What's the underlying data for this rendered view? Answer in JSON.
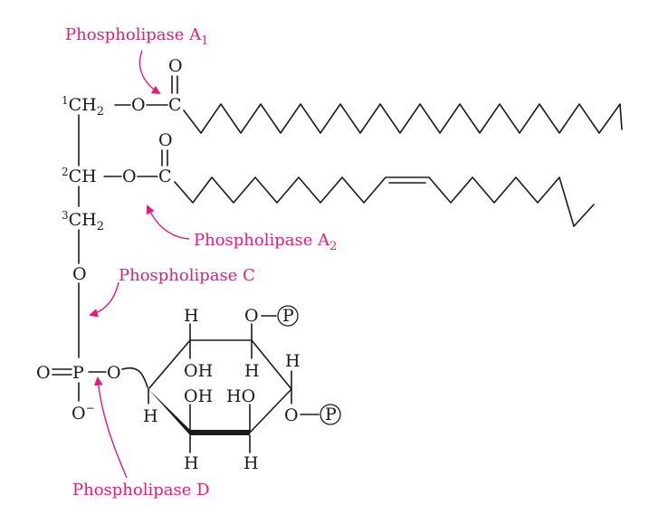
{
  "enzymes": {
    "a1": {
      "name": "Phospholipase A",
      "sub": "1"
    },
    "a2": {
      "name": "Phospholipase A",
      "sub": "2"
    },
    "c": {
      "name": "Phospholipase C"
    },
    "d": {
      "name": "Phospholipase D"
    }
  },
  "atoms": {
    "c1_num": "1",
    "c1_group": "CH",
    "c1_sub": "2",
    "c2_num": "2",
    "c2_group": "CH",
    "c3_num": "3",
    "c3_group": "CH",
    "c3_sub": "2",
    "o_ester1": "O",
    "c_carbonyl1": "C",
    "o_carbonyl1": "O",
    "o_ester2": "O",
    "c_carbonyl2": "C",
    "o_carbonyl2": "O",
    "o_bridge": "O",
    "p": "P",
    "o_double": "O",
    "o_minus": "O",
    "minus": "−",
    "o_ring_link": "O",
    "ring_h_top1": "H",
    "ring_o_top": "O",
    "ring_p_top": "P",
    "ring_oh_1": "OH",
    "ring_h_2": "H",
    "ring_h_right": "H",
    "ring_oh_2": "OH",
    "ring_ho": "HO",
    "ring_h_left": "H",
    "ring_o_right": "O",
    "ring_p_right": "P",
    "ring_h_bot1": "H",
    "ring_h_bot2": "H"
  },
  "colors": {
    "enzyme": "#e6197e",
    "structure": "#1a1a1a"
  }
}
